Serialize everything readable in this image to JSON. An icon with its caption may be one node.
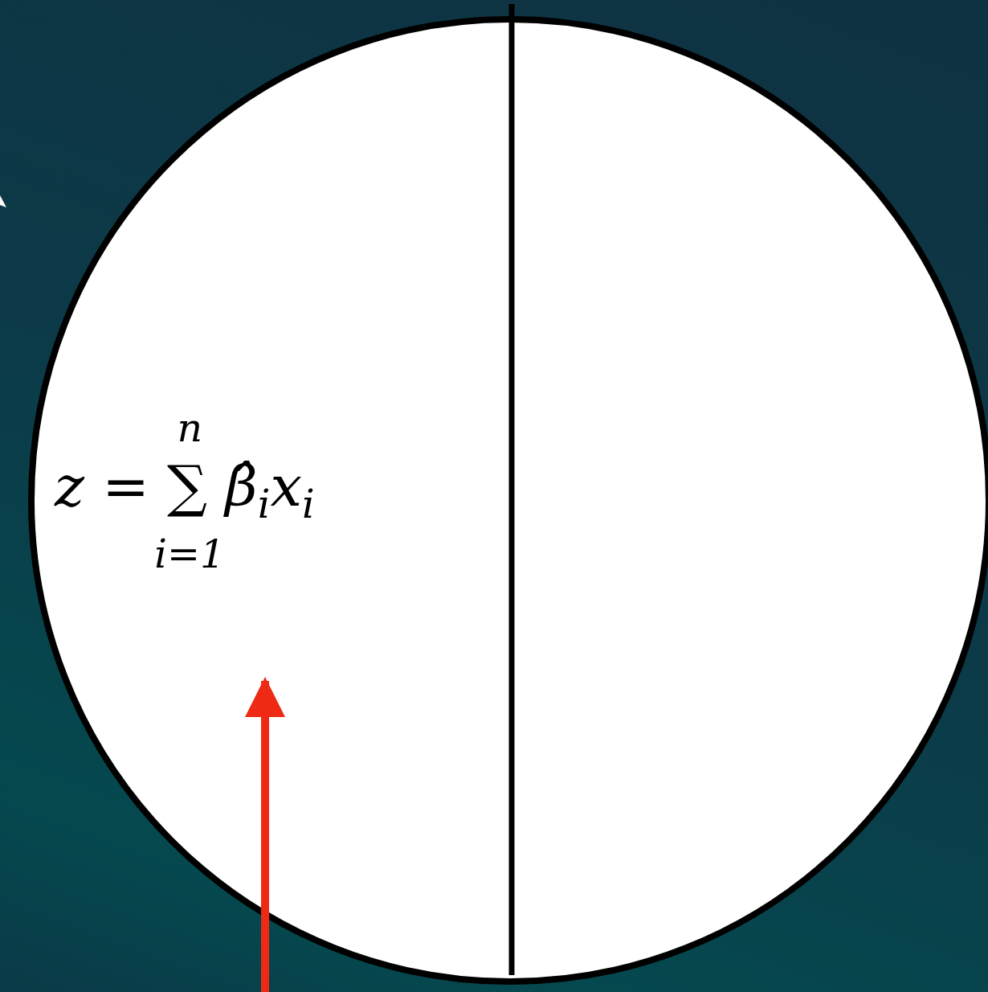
{
  "diagram": {
    "nodes": [
      {
        "text": [],
        "shape": "circle"
      },
      {
        "text": [
          "z = ∑$^{n}$$_{i=1}$ β̂$_{i}$x$_{i}$"
        ],
        "in": 0
      }
    ],
    "edges": [
      {
        "from": null,
        "to": 1,
        "arrow": "to",
        "color": "#ee2a14"
      }
    ]
  }
}
